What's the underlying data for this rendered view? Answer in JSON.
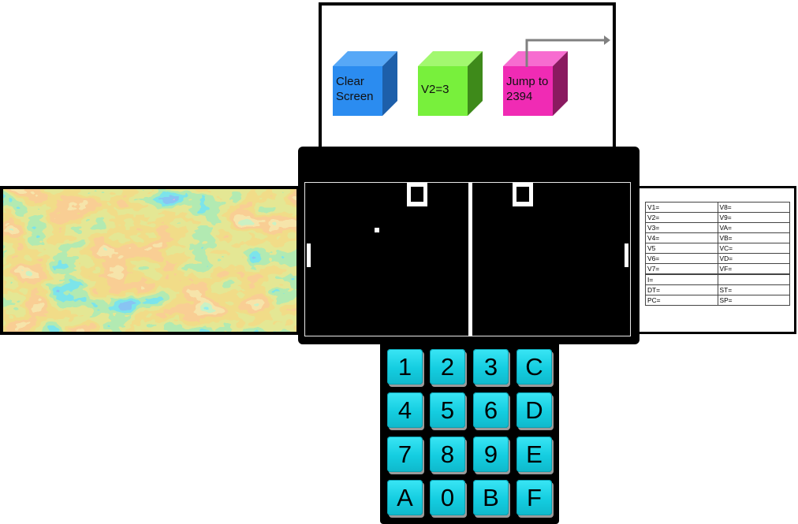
{
  "instructions": [
    {
      "label": "Clear Screen",
      "color": "#2b8cf0",
      "side": "#1d5faa",
      "top": "#57a8f7"
    },
    {
      "label": "V2=3",
      "color": "#78f03c",
      "side": "#3e8a1a",
      "top": "#a2f86f"
    },
    {
      "label": "Jump to 2394",
      "color": "#f02bb4",
      "side": "#8a1a60",
      "top": "#f76cd0"
    }
  ],
  "registers": {
    "rows": [
      [
        "V1=",
        "V8="
      ],
      [
        "V2=",
        "V9="
      ],
      [
        "V3=",
        "VA="
      ],
      [
        "V4=",
        "VB="
      ],
      [
        "V5",
        "VC="
      ],
      [
        "V6=",
        "VD="
      ],
      [
        "V7=",
        "VF="
      ]
    ],
    "rows2": [
      [
        "I=",
        ""
      ],
      [
        "DT=",
        "ST="
      ],
      [
        "PC=",
        "SP="
      ]
    ]
  },
  "keypad": {
    "keys": [
      "1",
      "2",
      "3",
      "C",
      "4",
      "5",
      "6",
      "D",
      "7",
      "8",
      "9",
      "E",
      "A",
      "0",
      "B",
      "F"
    ],
    "color": "#1fd8e8"
  }
}
